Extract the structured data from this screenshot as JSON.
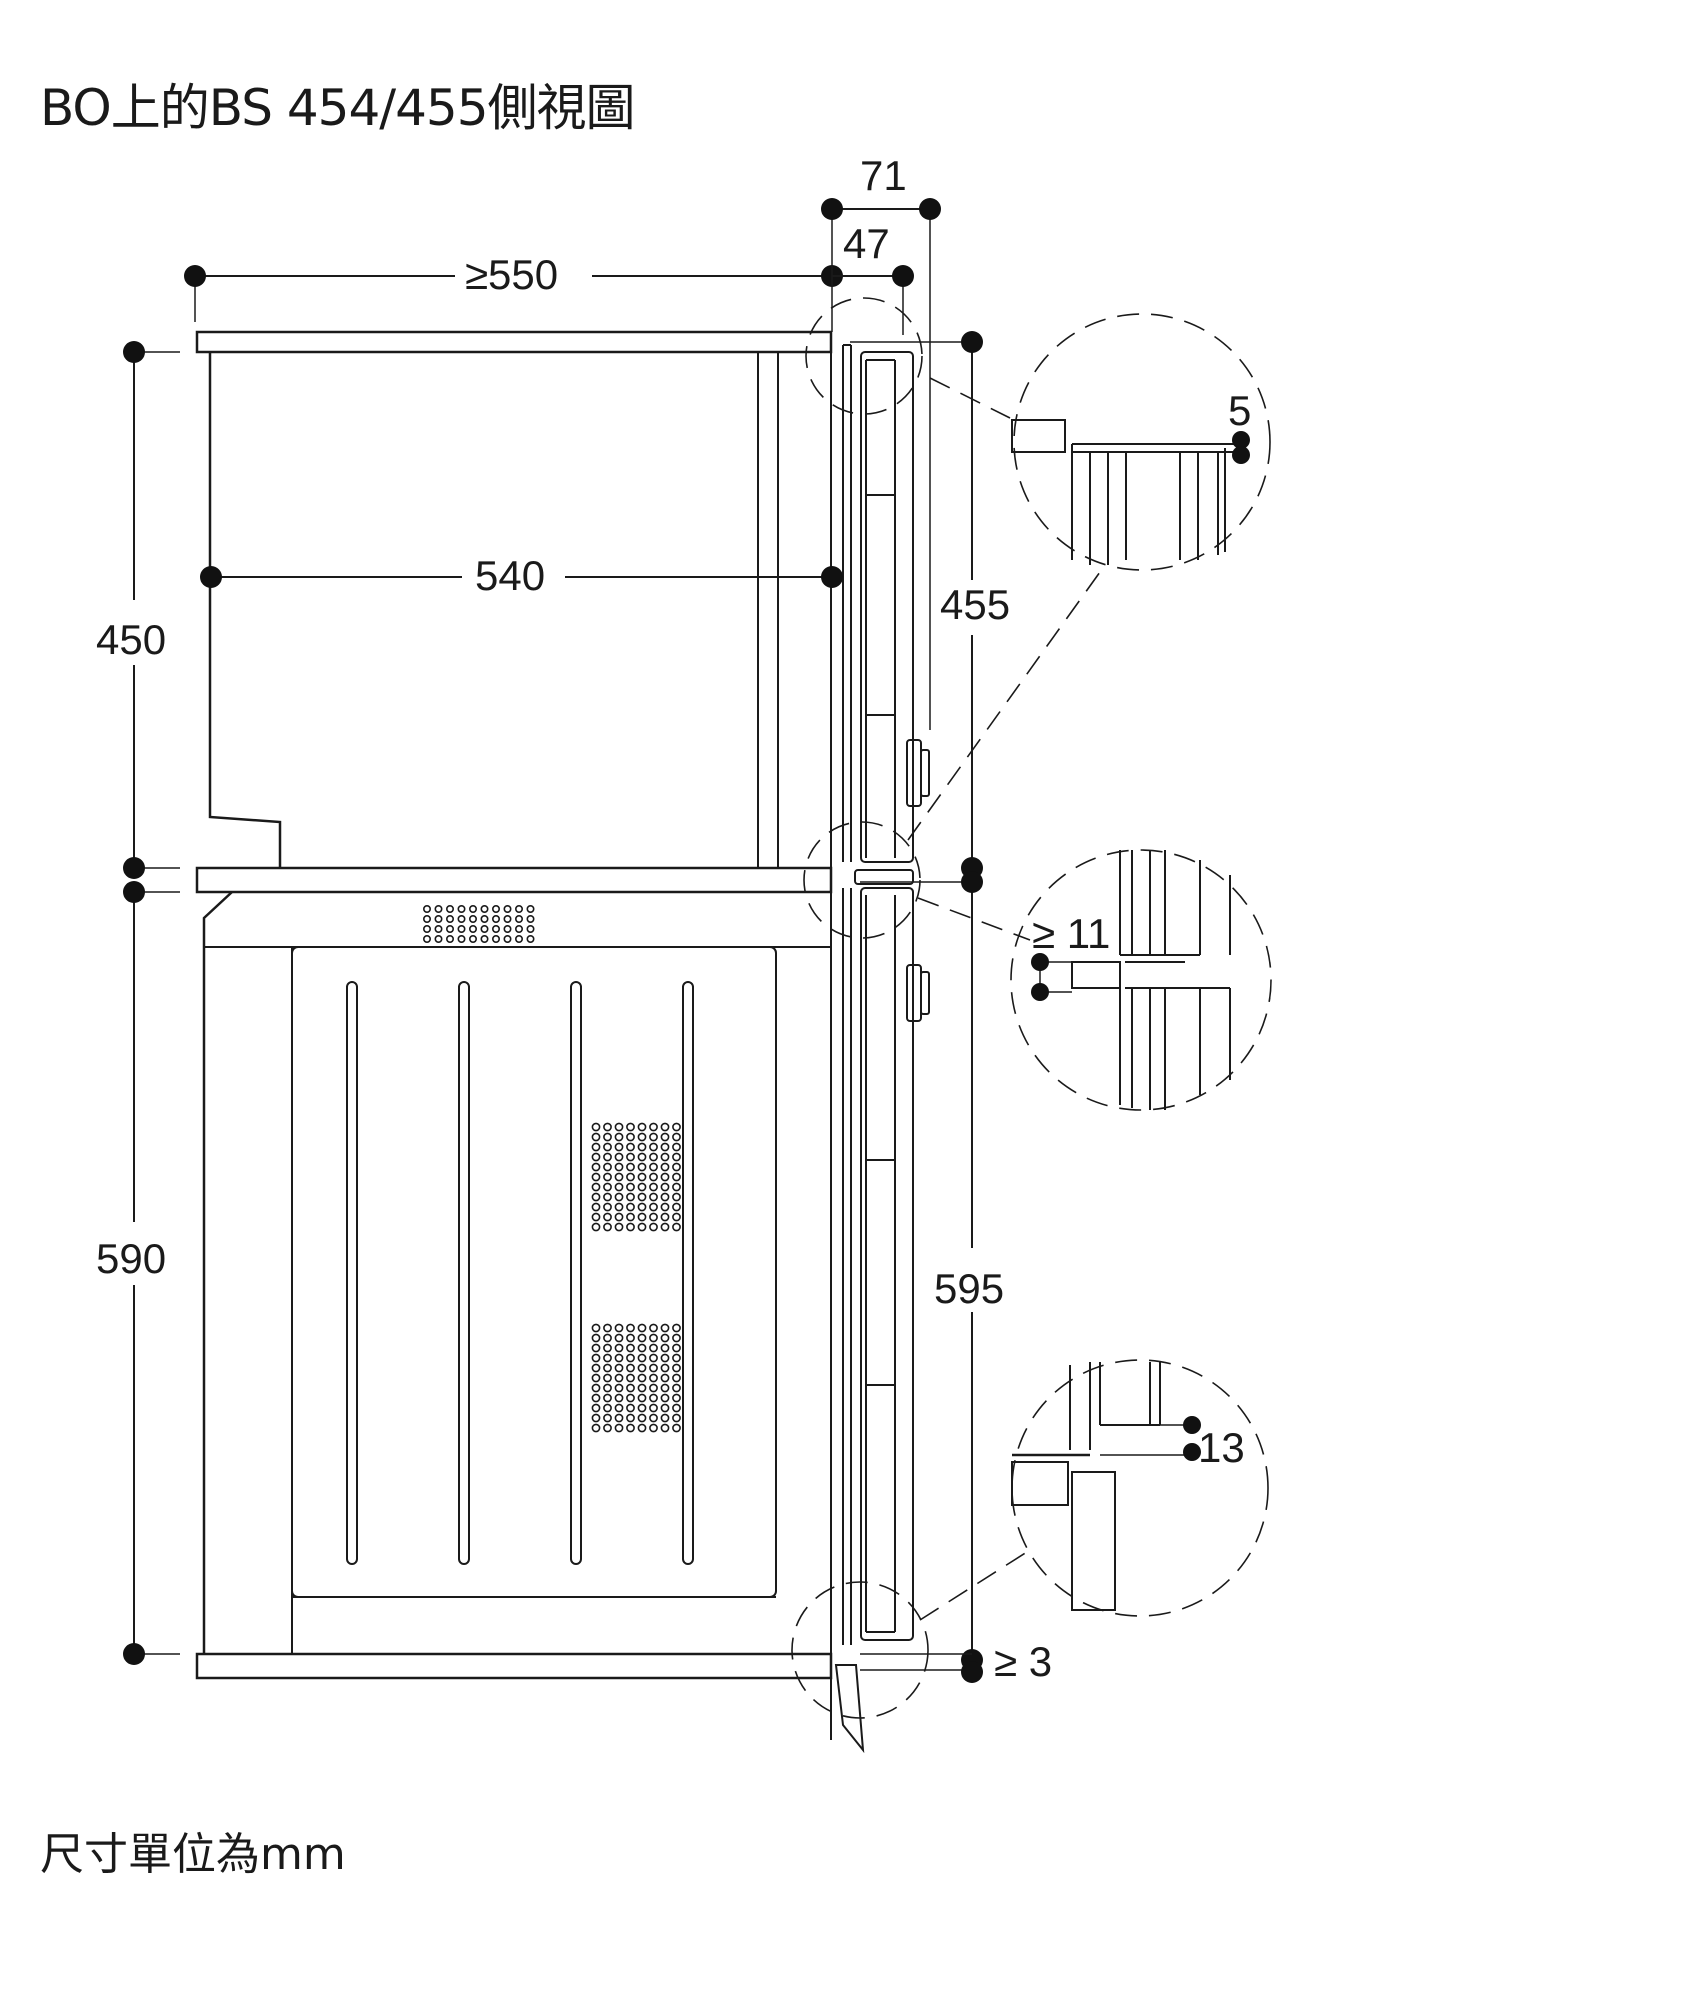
{
  "title": "BO上的BS 454/455側視圖",
  "footer": "尺寸單位為mm",
  "dimensions": {
    "depth_min": "≥550",
    "inner_depth": "540",
    "front_71": "71",
    "front_47": "47",
    "detail_gap_5": "5",
    "upper_height": "450",
    "upper_front_height": "455",
    "lower_height": "590",
    "lower_front_height": "595",
    "gap_min_11": "≥ 11",
    "gap_13": "13",
    "gap_min_3": "≥ 3"
  }
}
